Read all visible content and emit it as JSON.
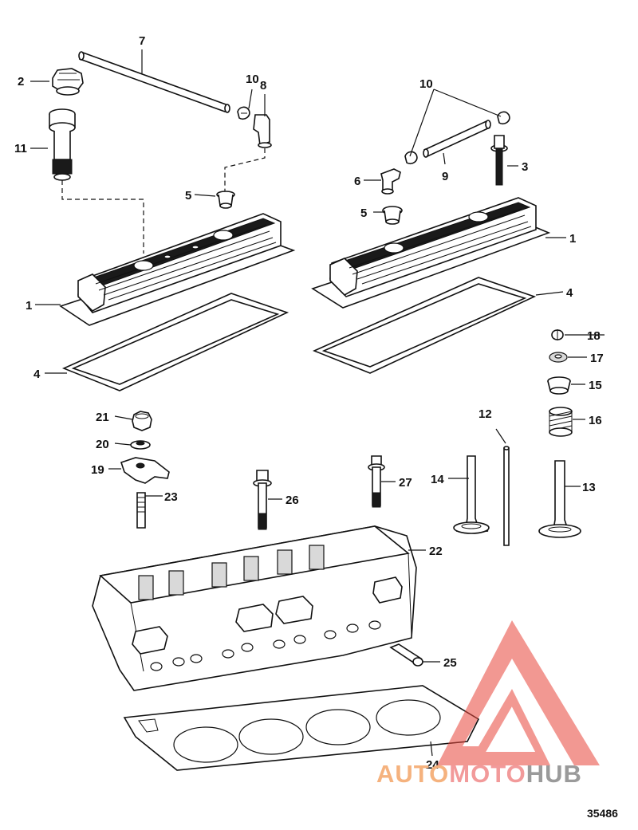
{
  "figure": {
    "number": "35486"
  },
  "watermark": {
    "brand_parts": [
      "AUTO",
      "MOTO",
      "HUB"
    ],
    "colors": {
      "triangle": "#e8443a",
      "auto": "#f5a36a",
      "moto": "#f08a8a",
      "hub": "#8c8c8c"
    }
  },
  "callouts": [
    {
      "id": "c7a",
      "text": "7"
    },
    {
      "id": "c2",
      "text": "2"
    },
    {
      "id": "c11",
      "text": "11"
    },
    {
      "id": "c10a",
      "text": "10"
    },
    {
      "id": "c8",
      "text": "8"
    },
    {
      "id": "c5a",
      "text": "5"
    },
    {
      "id": "c1a",
      "text": "1"
    },
    {
      "id": "c4a",
      "text": "4"
    },
    {
      "id": "c10b",
      "text": "10"
    },
    {
      "id": "c6",
      "text": "6"
    },
    {
      "id": "c9",
      "text": "9"
    },
    {
      "id": "c3",
      "text": "3"
    },
    {
      "id": "c5b",
      "text": "5"
    },
    {
      "id": "c1b",
      "text": "1"
    },
    {
      "id": "c4b",
      "text": "4"
    },
    {
      "id": "c18",
      "text": "18"
    },
    {
      "id": "c17",
      "text": "17"
    },
    {
      "id": "c15",
      "text": "15"
    },
    {
      "id": "c16",
      "text": "16"
    },
    {
      "id": "c12",
      "text": "12"
    },
    {
      "id": "c14",
      "text": "14"
    },
    {
      "id": "c13",
      "text": "13"
    },
    {
      "id": "c21",
      "text": "21"
    },
    {
      "id": "c20",
      "text": "20"
    },
    {
      "id": "c19",
      "text": "19"
    },
    {
      "id": "c23",
      "text": "23"
    },
    {
      "id": "c26",
      "text": "26"
    },
    {
      "id": "c27",
      "text": "27"
    },
    {
      "id": "c22",
      "text": "22"
    },
    {
      "id": "c25",
      "text": "25"
    },
    {
      "id": "c24",
      "text": "24"
    }
  ]
}
